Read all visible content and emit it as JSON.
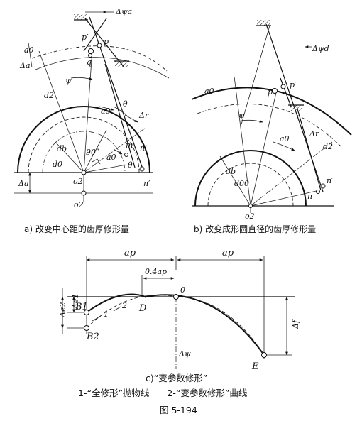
{
  "figure": {
    "title": "图 5-194",
    "panel_a": {
      "caption": "a) 改变中心距的齿厚修形量",
      "labels": {
        "delta_phi_a": "Δψa",
        "p": "p",
        "p_prime": "p′",
        "q": "q",
        "a0": "a0",
        "d2": "d2",
        "psi": "ψ",
        "a0_b": "a0",
        "theta": "θ",
        "delta_r": "Δr",
        "db": "db",
        "d0": "d0",
        "deg90": "90°",
        "a0_c": "a0",
        "m": "m",
        "n_prime": "n′",
        "theta_b": "θ",
        "o2": "o2",
        "o2_prime": "o2′",
        "delta_a": "Δa",
        "n_prime_b": "n′"
      }
    },
    "panel_b": {
      "caption": "b) 改变成形圆直径的齿厚修形量",
      "labels": {
        "delta_psi_d": "Δψd",
        "a0": "a0",
        "p": "p",
        "p_prime": "p′",
        "psi": "ψ",
        "delta_r": "Δr",
        "a0_b": "a0",
        "d2": "d2",
        "db": "db",
        "d00": "d00",
        "n_prime": "n′",
        "n": "n",
        "o2": "o2"
      }
    },
    "panel_c": {
      "caption": "c)“变参数修形”",
      "legend": "1-“全修形”抛物线　　2-“变参数修形”曲线",
      "labels": {
        "a_p": "ap",
        "a_p_right": "ap",
        "frac": "0.4ap",
        "zero": "0",
        "delta_e2": "Δe2",
        "delta_e1": "Δe1",
        "b1": "B1",
        "b2": "B2",
        "one": "1",
        "two": "2",
        "d": "D",
        "delta_f": "Δf",
        "delta_psi": "Δψ",
        "e": "E"
      }
    }
  }
}
